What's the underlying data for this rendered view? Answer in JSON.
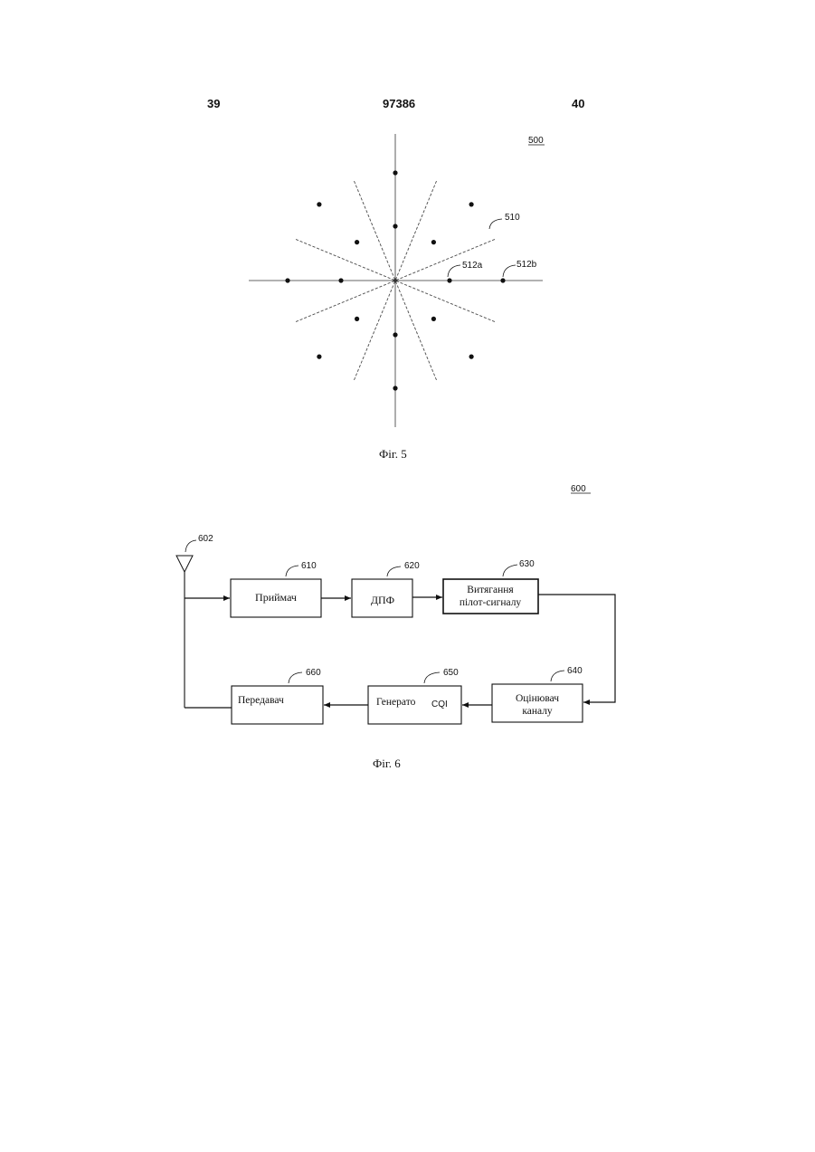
{
  "header": {
    "page_left": "39",
    "patent_number": "97386",
    "page_right": "40"
  },
  "fig5": {
    "ref": "500",
    "caption": "Фіг. 5",
    "ref_outer_point": "510",
    "ref_inner": "512a",
    "ref_outer": "512b"
  },
  "fig6": {
    "ref": "600",
    "caption": "Фіг. 6",
    "antenna_ref": "602",
    "blocks": [
      {
        "ref": "610",
        "label": "Приймач"
      },
      {
        "ref": "620",
        "label": "ДПФ"
      },
      {
        "ref": "630",
        "label_line1": "Витягання",
        "label_line2": "пілот-сигналу"
      },
      {
        "ref": "640",
        "label_line1": "Оцінювач",
        "label_line2": "каналу"
      },
      {
        "ref": "650",
        "label": "Генерато",
        "label_suffix": "CQI"
      },
      {
        "ref": "660",
        "label": "Передавач"
      }
    ]
  }
}
